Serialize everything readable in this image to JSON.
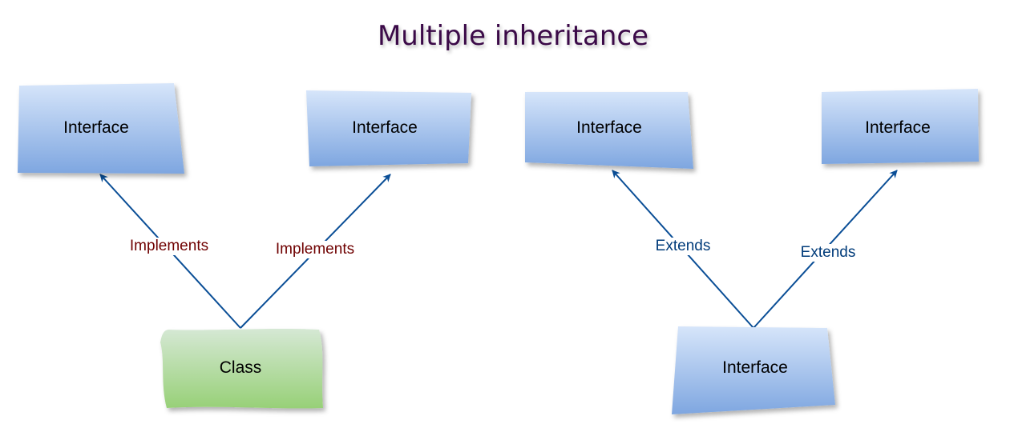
{
  "title": "Multiple inheritance",
  "left": {
    "parents": [
      "Interface",
      "Interface"
    ],
    "child": "Class",
    "edge_labels": [
      "Implements",
      "Implements"
    ]
  },
  "right": {
    "parents": [
      "Interface",
      "Interface"
    ],
    "child": "Interface",
    "edge_labels": [
      "Extends",
      "Extends"
    ]
  },
  "colors": {
    "interface_top": "#d6e5fa",
    "interface_bottom": "#7ea6e0",
    "class_top": "#d5e8d4",
    "class_bottom": "#97d077",
    "arrow": "#0a4e96"
  }
}
